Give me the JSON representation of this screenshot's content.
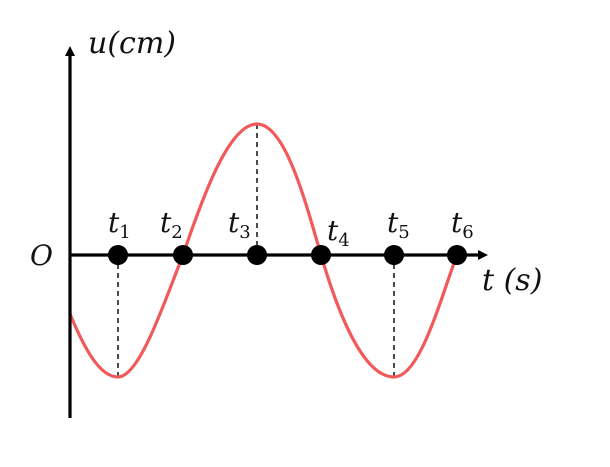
{
  "axes": {
    "y_label": "u(cm)",
    "x_label": "t (s)",
    "origin_label": "O"
  },
  "points": [
    {
      "base": "t",
      "sub": "1"
    },
    {
      "base": "t",
      "sub": "2"
    },
    {
      "base": "t",
      "sub": "3"
    },
    {
      "base": "t",
      "sub": "4"
    },
    {
      "base": "t",
      "sub": "5"
    },
    {
      "base": "t",
      "sub": "6"
    }
  ],
  "colors": {
    "curve": "#f05a5a",
    "axes": "#000000",
    "points": "#000000",
    "guides": "#000000"
  }
}
